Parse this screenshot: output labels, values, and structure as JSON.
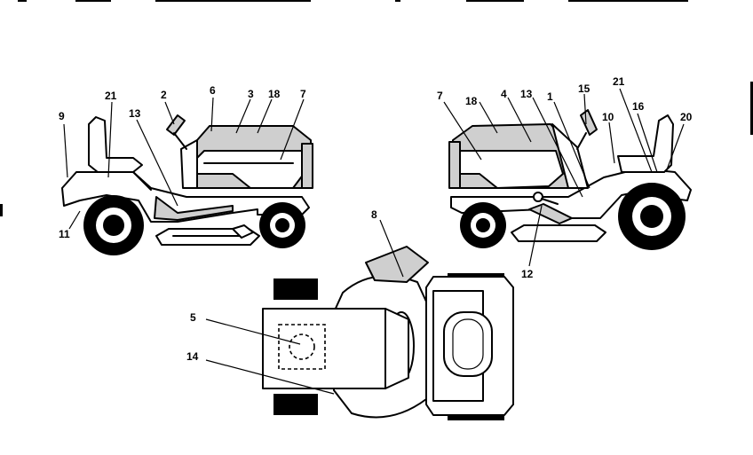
{
  "left_view": {
    "callouts": [
      "9",
      "21",
      "2",
      "13",
      "6",
      "3",
      "18",
      "7",
      "11"
    ]
  },
  "right_view": {
    "callouts": [
      "7",
      "18",
      "4",
      "13",
      "1",
      "15",
      "21",
      "16",
      "10",
      "20",
      "12"
    ]
  },
  "top_view": {
    "callouts": [
      "8",
      "5",
      "14"
    ]
  }
}
